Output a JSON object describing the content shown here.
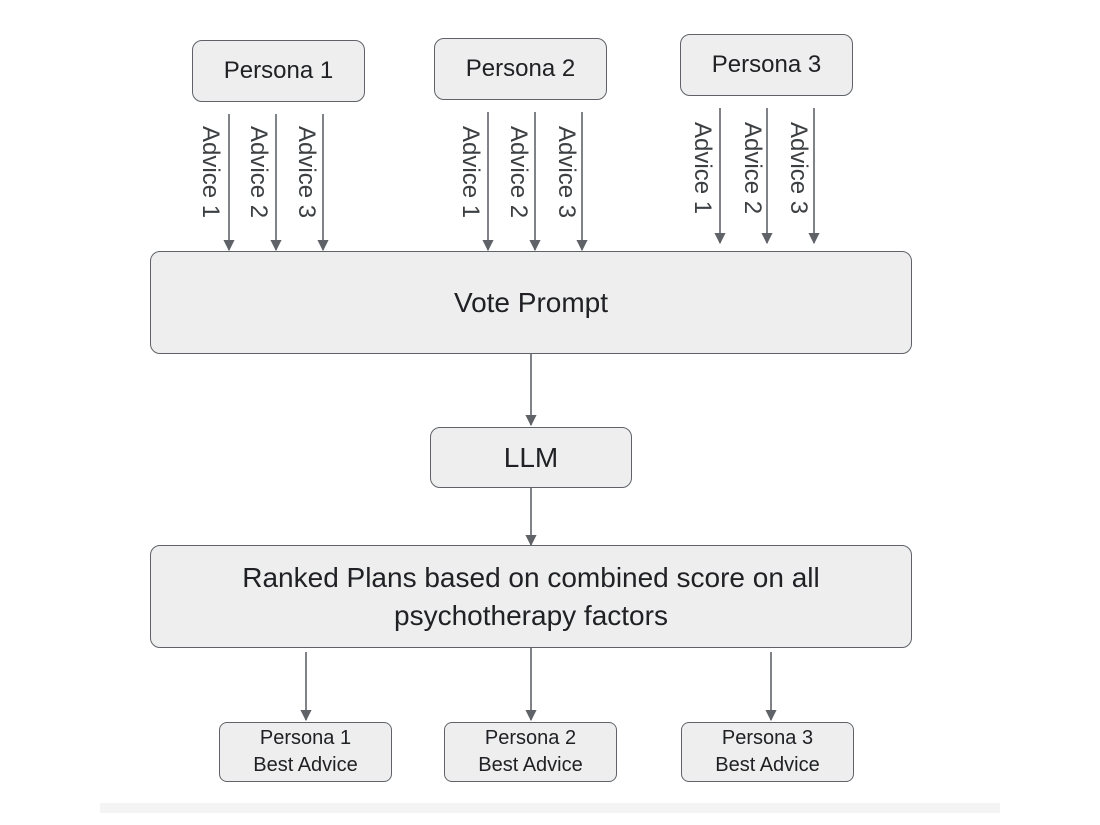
{
  "personas": [
    {
      "label": "Persona 1",
      "advice": [
        "Advice 1",
        "Advice 2",
        "Advice 3"
      ]
    },
    {
      "label": "Persona 2",
      "advice": [
        "Advice 1",
        "Advice 2",
        "Advice 3"
      ]
    },
    {
      "label": "Persona 3",
      "advice": [
        "Advice 1",
        "Advice 2",
        "Advice 3"
      ]
    }
  ],
  "vote_prompt": "Vote Prompt",
  "llm": "LLM",
  "ranked": {
    "line1": "Ranked Plans based on combined score on all",
    "line2": "psychotherapy factors"
  },
  "outputs": [
    {
      "line1": "Persona 1",
      "line2": "Best Advice"
    },
    {
      "line1": "Persona 2",
      "line2": "Best Advice"
    },
    {
      "line1": "Persona 3",
      "line2": "Best Advice"
    }
  ],
  "colors": {
    "box_fill": "#eeeeee",
    "stroke": "#5f6368",
    "text": "#202124"
  }
}
